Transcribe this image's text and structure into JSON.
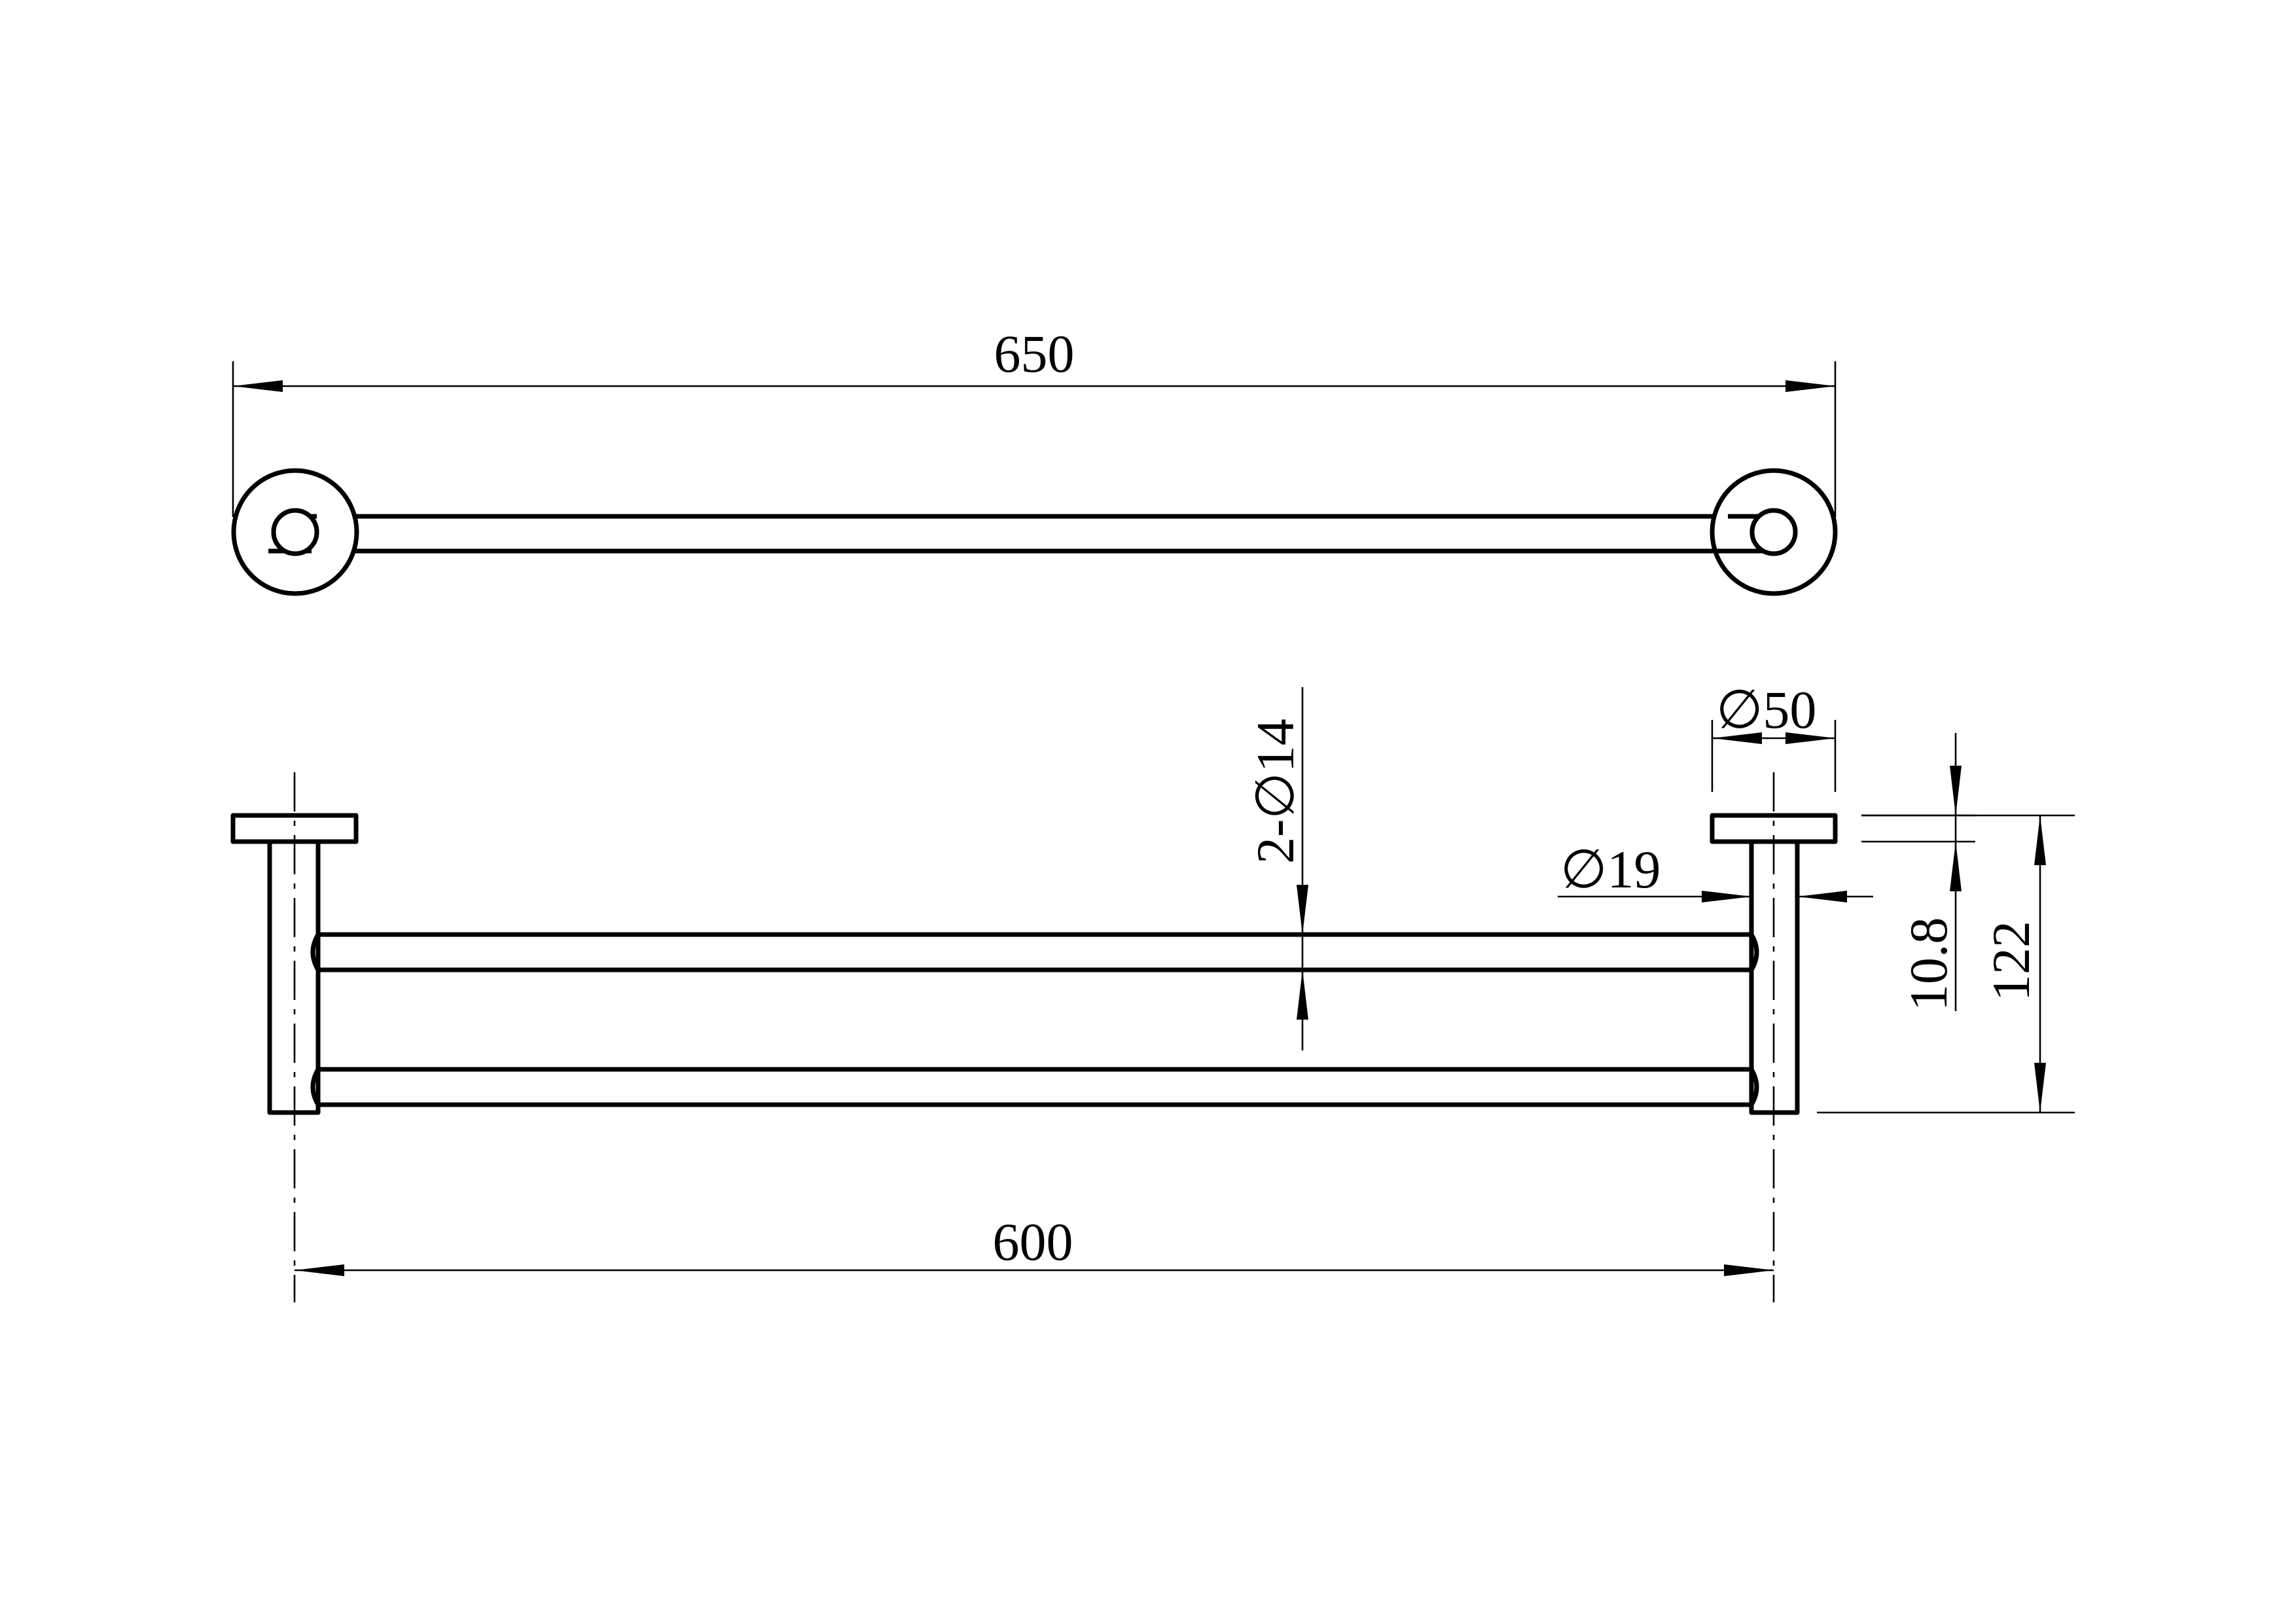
{
  "drawing": {
    "dimensions": {
      "overall_length": "650",
      "center_distance": "600",
      "rod_count_diameter": "2-∅14",
      "post_diameter": "∅19",
      "base_diameter": "∅50",
      "base_thickness": "10.8",
      "projection": "122"
    }
  }
}
